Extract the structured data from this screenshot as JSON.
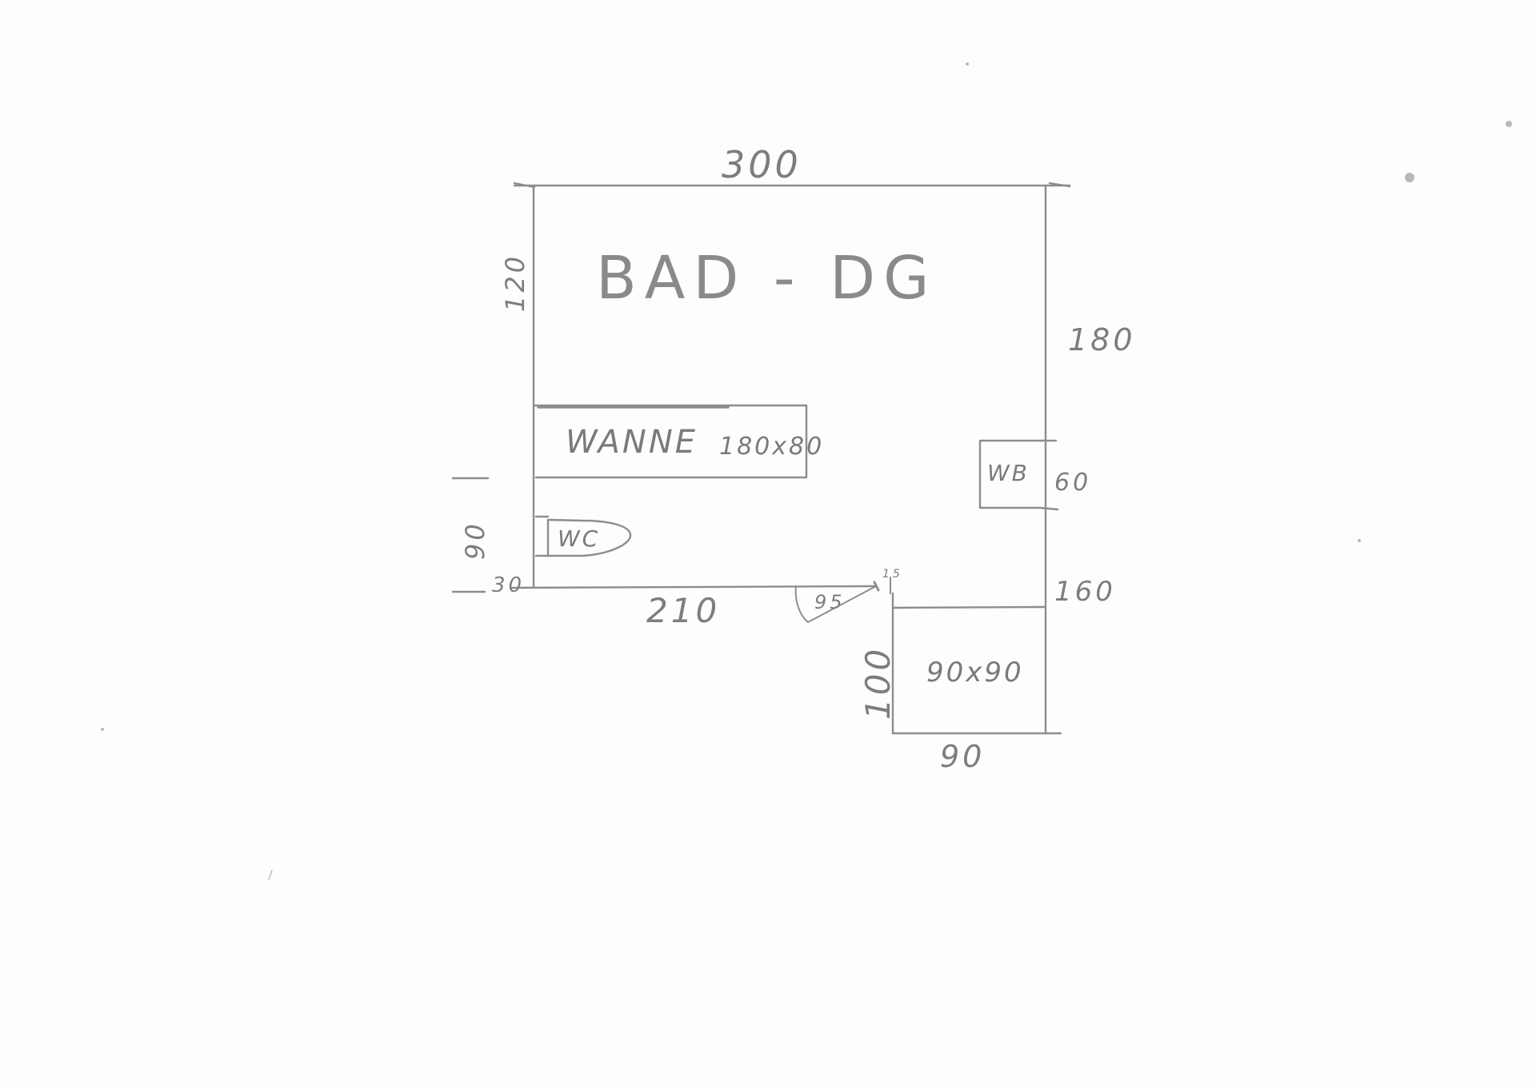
{
  "title": "BAD - DG",
  "fixtures": {
    "tub_label": "WANNE",
    "tub_size": "180x80",
    "toilet_label": "WC",
    "sink_label": "WB",
    "shower_size": "90x90"
  },
  "dimensions": {
    "top_width": "300",
    "left_top": "120",
    "right_top": "180",
    "sink_width": "60",
    "right_bottom": "160",
    "toilet_depth": "90",
    "corner_offset": "30",
    "bottom_left": "210",
    "door_width": "95",
    "jamb": "15",
    "shower_left": "100",
    "shower_bottom": "90"
  },
  "colors": {
    "pencil": "#8d8d8d",
    "paper": "#fdfdfd"
  }
}
